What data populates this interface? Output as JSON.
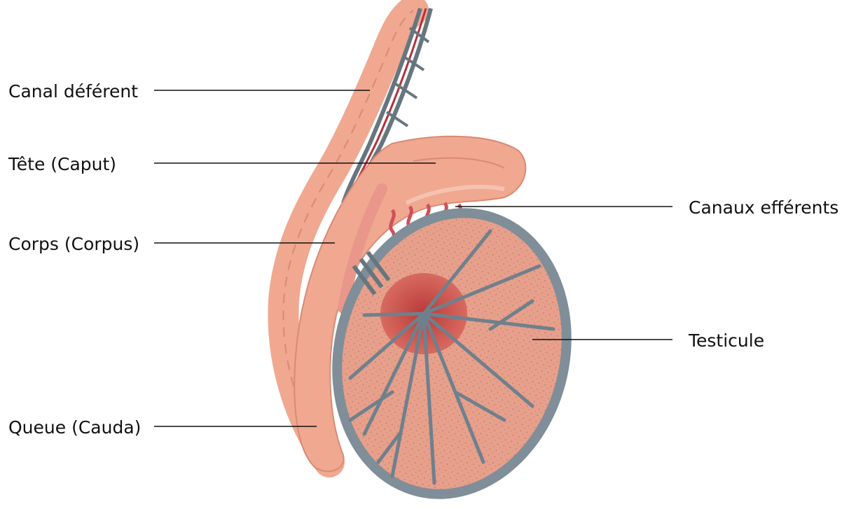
{
  "labels": {
    "canal_deferent": "Canal déférent",
    "tete": "Tête (Caput)",
    "corps": "Corps (Corpus)",
    "queue": "Queue (Cauda)",
    "canaux_efferents": "Canaux efférents",
    "testicule": "Testicule"
  },
  "colors": {
    "epididymis": "#f0a890",
    "epididymis_dark": "#d98a74",
    "testis_fill": "#e6a08c",
    "tunica": "#7f8e98",
    "septa": "#6f808c",
    "rete": "#c24a48",
    "vessel_red": "#b3303a",
    "leader_line": "#111111"
  }
}
